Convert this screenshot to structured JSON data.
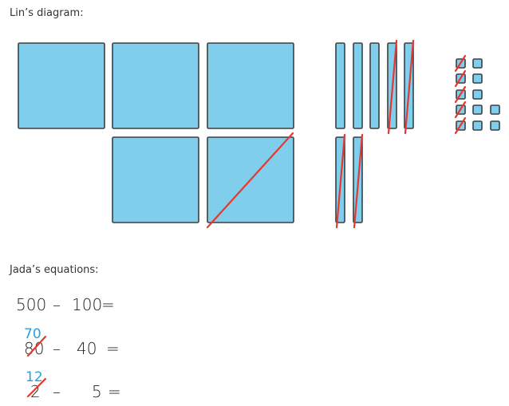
{
  "lin_label": "Lin’s diagram:",
  "jada_label": "Jada’s equations:",
  "colors": {
    "block": "#7fcfec",
    "cross": "#e8372f",
    "regroup": "#2a9fd8"
  },
  "diagram": {
    "hundreds": 5,
    "hundreds_crossed": 1,
    "tens": 7,
    "tens_crossed": 4,
    "ones": 12,
    "ones_crossed": 5
  },
  "equations": [
    {
      "a": "500",
      "op": "–",
      "b": "100",
      "eq": "=",
      "regroup": ""
    },
    {
      "a": "80",
      "op": "–",
      "b": "40",
      "eq": "=",
      "regroup": "70"
    },
    {
      "a": "2",
      "op": "–",
      "b": "5",
      "eq": "=",
      "regroup": "12"
    }
  ]
}
